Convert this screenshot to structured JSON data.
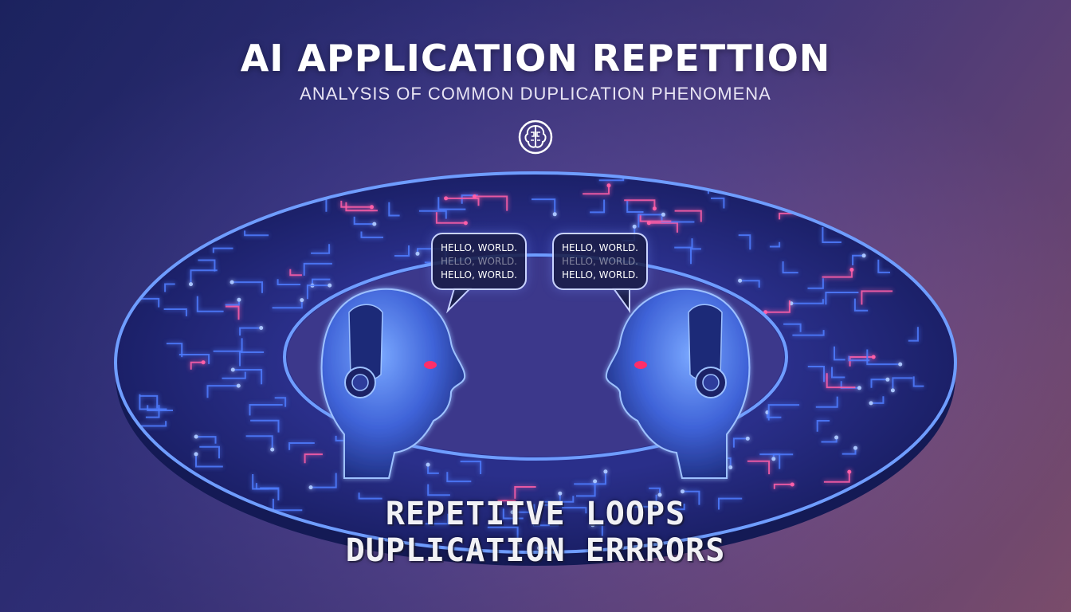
{
  "header": {
    "title": "AI APPLICATION REPETTION",
    "subtitle": "ANALYSIS OF COMMON DUPLICATION PHENOMENA"
  },
  "icons": {
    "logo": "brain-circuit-icon",
    "left_head": "robot-head-icon",
    "right_head": "robot-head-icon"
  },
  "bubbles": {
    "left": [
      "HELLO, WORLD.",
      "HELLO, WORLD.",
      "HELLO, WORLD."
    ],
    "right": [
      "HELLO, WORLD.",
      "HELLO, WORLD.",
      "HELLO, WORLD."
    ]
  },
  "tagline": {
    "line1": "REPETITVE LOOPS",
    "line2": "DUPLICATION ERRRORS"
  },
  "colors": {
    "bg_start": "#1f2a6b",
    "bg_end": "#b06a7e",
    "circuit_blue": "#4f7dff",
    "circuit_pink": "#ff5fa8",
    "eye_glow": "#ff2d6b"
  }
}
